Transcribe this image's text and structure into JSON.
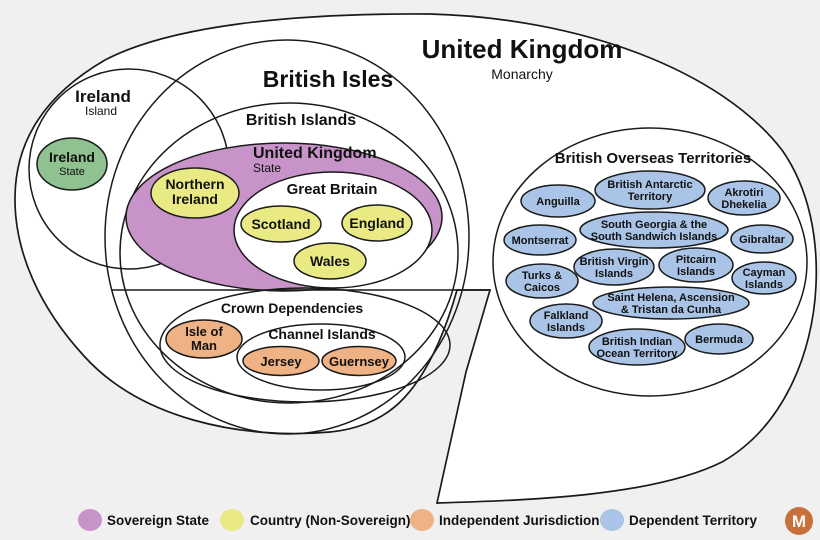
{
  "title": {
    "main": "United Kingdom",
    "sub": "Monarchy"
  },
  "regions": {
    "british_isles": "British Isles",
    "ireland_island": {
      "name": "Ireland",
      "sub": "Island"
    },
    "ireland_state": {
      "name": "Ireland",
      "sub": "State"
    },
    "british_islands": "British Islands",
    "uk_state": {
      "name": "United Kingdom",
      "sub": "State"
    },
    "northern_ireland": {
      "line1": "Northern",
      "line2": "Ireland"
    },
    "great_britain": "Great Britain",
    "scotland": "Scotland",
    "england": "England",
    "wales": "Wales",
    "crown_dependencies": "Crown Dependencies",
    "isle_of_man": {
      "line1": "Isle of",
      "line2": "Man"
    },
    "channel_islands": "Channel Islands",
    "jersey": "Jersey",
    "guernsey": "Guernsey",
    "british_overseas_territories": "British Overseas Territories"
  },
  "territories": [
    {
      "line1": "Anguilla",
      "line2": ""
    },
    {
      "line1": "British Antarctic",
      "line2": "Territory"
    },
    {
      "line1": "Akrotiri",
      "line2": "Dhekelia"
    },
    {
      "line1": "South Georgia & the",
      "line2": "South Sandwich Islands"
    },
    {
      "line1": "Montserrat",
      "line2": ""
    },
    {
      "line1": "Gibraltar",
      "line2": ""
    },
    {
      "line1": "British Virgin",
      "line2": "Islands"
    },
    {
      "line1": "Pitcairn",
      "line2": "Islands"
    },
    {
      "line1": "Cayman",
      "line2": "Islands"
    },
    {
      "line1": "Turks &",
      "line2": "Caicos"
    },
    {
      "line1": "Saint Helena, Ascension",
      "line2": "& Tristan da Cunha"
    },
    {
      "line1": "Falkland",
      "line2": "Islands"
    },
    {
      "line1": "British Indian",
      "line2": "Ocean Territory"
    },
    {
      "line1": "Bermuda",
      "line2": ""
    }
  ],
  "legend": [
    {
      "label": "Sovereign State",
      "color": "#c893c8"
    },
    {
      "label": "Country (Non-Sovereign)",
      "color": "#eaea85"
    },
    {
      "label": "Independent Jurisdiction",
      "color": "#eeb285"
    },
    {
      "label": "Dependent Territory",
      "color": "#a9c4e6"
    }
  ],
  "colors": {
    "sovereign": "#c893c8",
    "country": "#eaea85",
    "independent": "#eeb285",
    "dependent": "#a9c4e6",
    "state_green": "#90c190",
    "logo_orange": "#c8703c"
  },
  "logo": {
    "letter": "M"
  }
}
